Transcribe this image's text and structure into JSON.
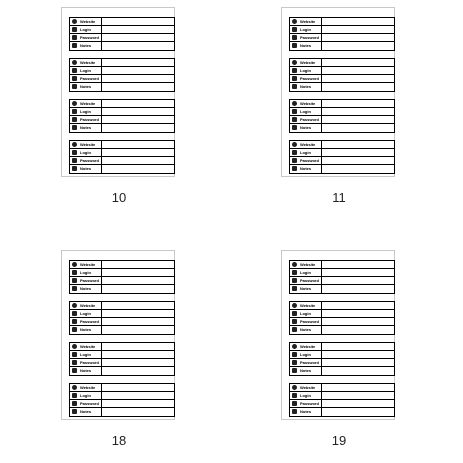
{
  "fields": [
    {
      "label": "Website",
      "icon": "globe-icon",
      "value": ""
    },
    {
      "label": "Login",
      "icon": "user-icon",
      "value": ""
    },
    {
      "label": "Password",
      "icon": "lock-icon",
      "value": ""
    },
    {
      "label": "Notes",
      "icon": "note-icon",
      "value": ""
    }
  ],
  "pages": [
    {
      "number": "10"
    },
    {
      "number": "11"
    },
    {
      "number": "18"
    },
    {
      "number": "19"
    }
  ]
}
